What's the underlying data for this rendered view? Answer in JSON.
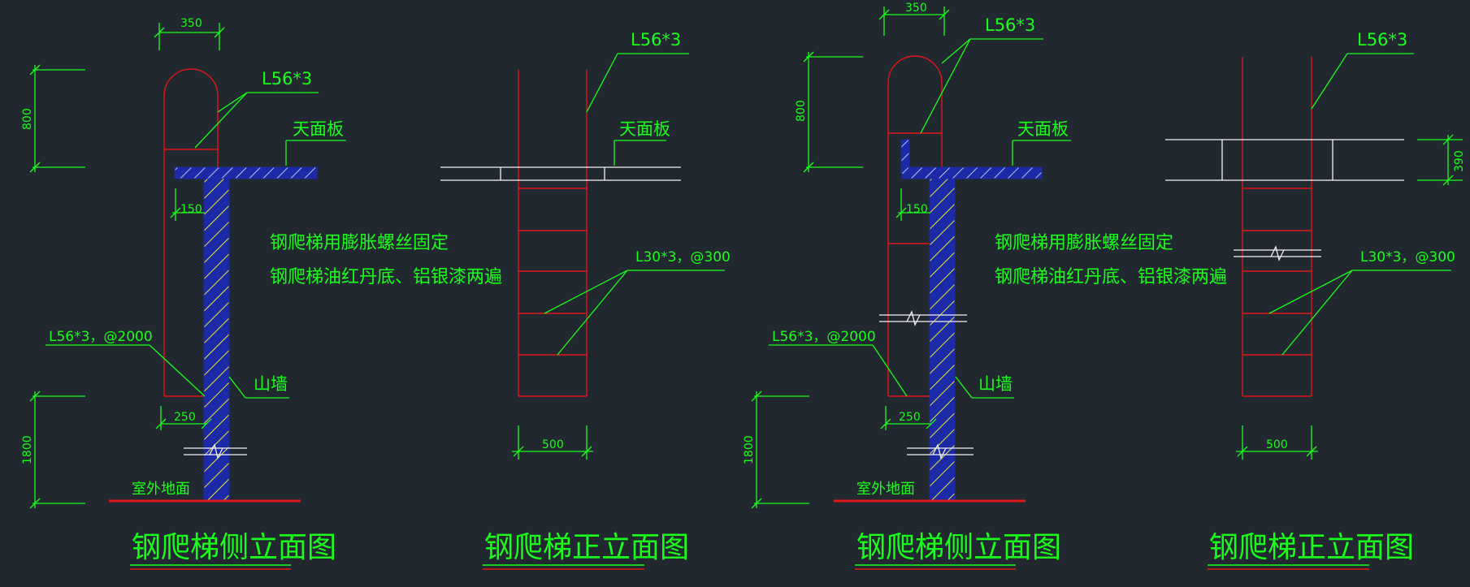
{
  "colors": {
    "background": "#212830",
    "annotation": "#19ff19",
    "steel": "#e01818",
    "slab": "#f2f2f2",
    "hatch_fill": "#1c2aa8",
    "hatch_line": "#e8e830"
  },
  "labels": {
    "angle_main": "L56*3",
    "roof_slab": "天面板",
    "note_1": "钢爬梯用膨胀螺丝固定",
    "note_2": "钢爬梯油红丹底、铝银漆两遍",
    "bracket": "L56*3，@2000",
    "gable_wall": "山墙",
    "outdoor_ground": "室外地面",
    "rung": "L30*3，@300"
  },
  "dims": {
    "d350": "350",
    "d800": "800",
    "d150": "150",
    "d250": "250",
    "d1800": "1800",
    "d500": "500",
    "d390": "390"
  },
  "titles": {
    "side": "钢爬梯侧立面图",
    "front": "钢爬梯正立面图"
  }
}
